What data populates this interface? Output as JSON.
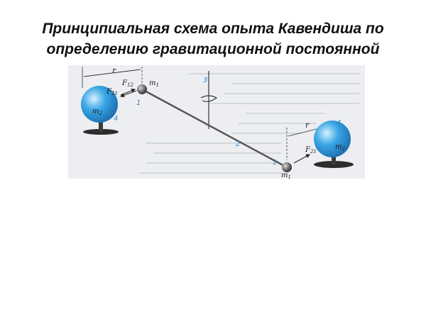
{
  "slide": {
    "title_line1": "Принципиальная схема опыта Кавендиша по",
    "title_line2": "определению гравитационной постоянной"
  },
  "figure": {
    "labels": {
      "r": "r",
      "m1": "m",
      "m1_sub": "1",
      "m2": "m",
      "m2_sub": "2",
      "F12": "F",
      "F12_sub": "12",
      "F21": "F",
      "F21_sub": "21"
    },
    "numbers": {
      "small_ball": "1",
      "rod": "2",
      "thread": "3",
      "large_ball": "4"
    },
    "colors": {
      "large_ball": "#3aa7e6",
      "small_ball": "#6b6b6b",
      "number_labels": "#2f86c8",
      "paper": "#eceef1"
    }
  }
}
